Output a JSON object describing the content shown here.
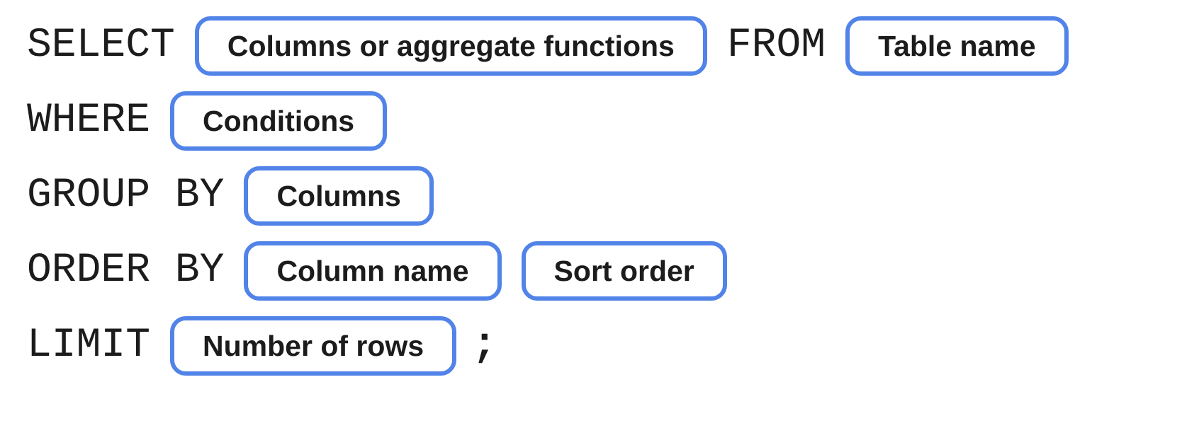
{
  "diagram": {
    "title_semantic": "sql-query-syntax-diagram",
    "accent_color": "#5183e8",
    "text_color": "#1c1c1c",
    "rows": [
      {
        "name": "select-from-clause",
        "segments": [
          {
            "type": "keyword",
            "name": "select-keyword",
            "text": "SELECT"
          },
          {
            "type": "pill",
            "name": "columns-or-aggregate-functions-pill",
            "text": "Columns or aggregate functions"
          },
          {
            "type": "keyword",
            "name": "from-keyword",
            "text": "FROM"
          },
          {
            "type": "pill",
            "name": "table-name-pill",
            "text": "Table name"
          }
        ]
      },
      {
        "name": "where-clause",
        "segments": [
          {
            "type": "keyword",
            "name": "where-keyword",
            "text": "WHERE"
          },
          {
            "type": "pill",
            "name": "conditions-pill",
            "text": "Conditions"
          }
        ]
      },
      {
        "name": "group-by-clause",
        "segments": [
          {
            "type": "keyword",
            "name": "group-by-keyword",
            "text": "GROUP BY"
          },
          {
            "type": "pill",
            "name": "columns-pill",
            "text": "Columns"
          }
        ]
      },
      {
        "name": "order-by-clause",
        "segments": [
          {
            "type": "keyword",
            "name": "order-by-keyword",
            "text": "ORDER BY"
          },
          {
            "type": "pill",
            "name": "column-name-pill",
            "text": "Column name"
          },
          {
            "type": "pill",
            "name": "sort-order-pill",
            "text": "Sort order"
          }
        ]
      },
      {
        "name": "limit-clause",
        "segments": [
          {
            "type": "keyword",
            "name": "limit-keyword",
            "text": "LIMIT"
          },
          {
            "type": "pill",
            "name": "number-of-rows-pill",
            "text": "Number of rows"
          },
          {
            "type": "punctuation",
            "name": "statement-terminator-semicolon",
            "text": ";"
          }
        ]
      }
    ]
  }
}
